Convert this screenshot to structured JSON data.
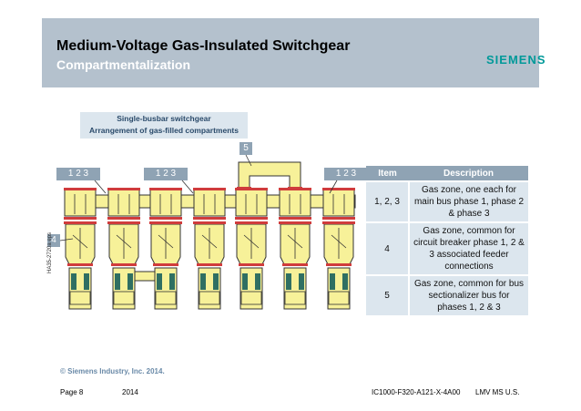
{
  "header": {
    "title": "Medium-Voltage Gas-Insulated Switchgear",
    "subtitle": "Compartmentalization",
    "logo": "SIEMENS"
  },
  "diagram": {
    "caption_line1": "Single-busbar switchgear",
    "caption_line2": "Arrangement of gas-filled compartments",
    "label_123": "1  2  3",
    "label_4": "4",
    "label_5": "5",
    "side_code": "HA35-2720a eps"
  },
  "table": {
    "headers": [
      "Item",
      "Description"
    ],
    "rows": [
      {
        "item": "1, 2, 3",
        "description": "Gas zone, one each for main bus phase 1, phase 2 & phase 3"
      },
      {
        "item": "4",
        "description": "Gas zone, common for circuit breaker phase 1, 2 & 3 associated feeder connections"
      },
      {
        "item": "5",
        "description": "Gas zone, common for bus sectionalizer bus for phases 1, 2 & 3"
      }
    ]
  },
  "footer": {
    "copyright": "© Siemens Industry, Inc. 2014.",
    "page": "Page 8",
    "year": "2014",
    "doc_code": "IC1000-F320-A121-X-4A00",
    "division": "LMV MS U.S."
  },
  "colors": {
    "header_bg": "#b4c1cd",
    "accent": "#8fa3b4",
    "gas_yellow": "#f7f199",
    "flange_red": "#d03c3c",
    "logo": "#009999"
  }
}
